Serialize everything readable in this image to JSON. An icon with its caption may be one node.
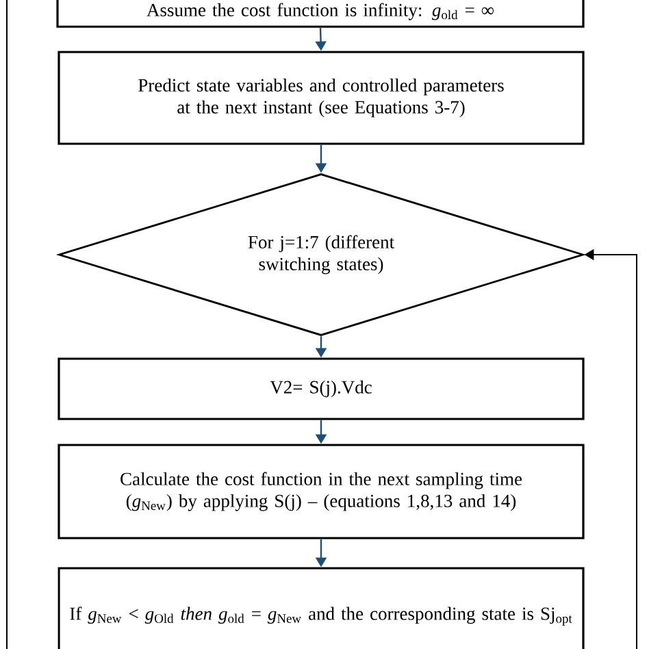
{
  "diagram": {
    "nodes": [
      {
        "text": [
          "Assume the cost function is infinity: *g*$_{old}$ = ∞"
        ]
      },
      {
        "text": [
          "Predict state variables and controlled parameters at the next instant (see Equations 3-7)"
        ]
      },
      {
        "text": [
          "For j=1:7 (different switching states)"
        ]
      },
      {
        "text": [
          "V2= S(j).Vdc"
        ]
      },
      {
        "text": [
          "Calculate the cost function in the next sampling time (*g*$_{New}$) by applying S(j) – (equations 1,8,13 and 14)"
        ]
      },
      {
        "text": [
          "If *g*$_{New}$ < *g*$_{Old}$ *then g*$_{old}$ = *g*$_{New}$ and the corresponding state is Sj$_{opt}$"
        ]
      }
    ],
    "edges": [
      {
        "from": 0,
        "to": 1,
        "arrow": "to"
      },
      {
        "from": 1,
        "to": 2,
        "arrow": "to"
      },
      {
        "from": 2,
        "to": 3,
        "arrow": "to"
      },
      {
        "from": 3,
        "to": 4,
        "arrow": "to"
      },
      {
        "from": 4,
        "to": 5,
        "arrow": "to"
      },
      {
        "from": null,
        "to": 2,
        "arrow": "to",
        "color": "#000000"
      }
    ]
  }
}
